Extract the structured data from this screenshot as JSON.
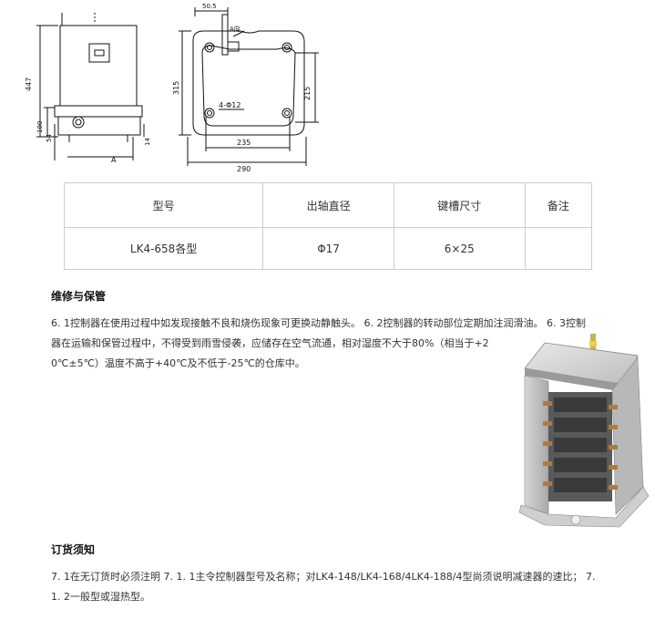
{
  "drawing": {
    "dims": {
      "d447": "447",
      "d100": "100",
      "d54": "54",
      "d14": "14",
      "view_a": "A",
      "d50_5": "50.5",
      "a_direction": "A向",
      "d315": "315",
      "d215": "215",
      "holes": "4-Φ12",
      "d235": "235",
      "d290": "290"
    }
  },
  "table": {
    "headers": [
      "型号",
      "出轴直径",
      "键槽尺寸",
      "备注"
    ],
    "rows": [
      [
        "LK4-658各型",
        "Φ17",
        "6×25",
        ""
      ]
    ]
  },
  "maintenance": {
    "title": "维修与保管",
    "lines": [
      "6. 1控制器在使用过程中如发现接触不良和烧伤现象可更换动静触头。 6. 2控制器的转动部位定期加注润滑油。 6. 3控制",
      "器在运输和保管过程中，不得受到雨雪侵袭，应储存在空气流通，相对湿度不大于80%（相当于+2",
      "0℃±5℃）温度不高于+40℃及不低于-25℃的仓库中。"
    ]
  },
  "ordering": {
    "title": "订货须知",
    "lines": [
      "7. 1在无订货时必须注明 7. 1. 1主令控制器型号及名称；对LK4-148/LK4-168/4LK4-188/4型尚须说明减速器的速比；  7.",
      "1. 2一般型或湿热型。"
    ]
  },
  "colors": {
    "line": "#111111",
    "table_border": "#cccccc",
    "text": "#333333"
  }
}
